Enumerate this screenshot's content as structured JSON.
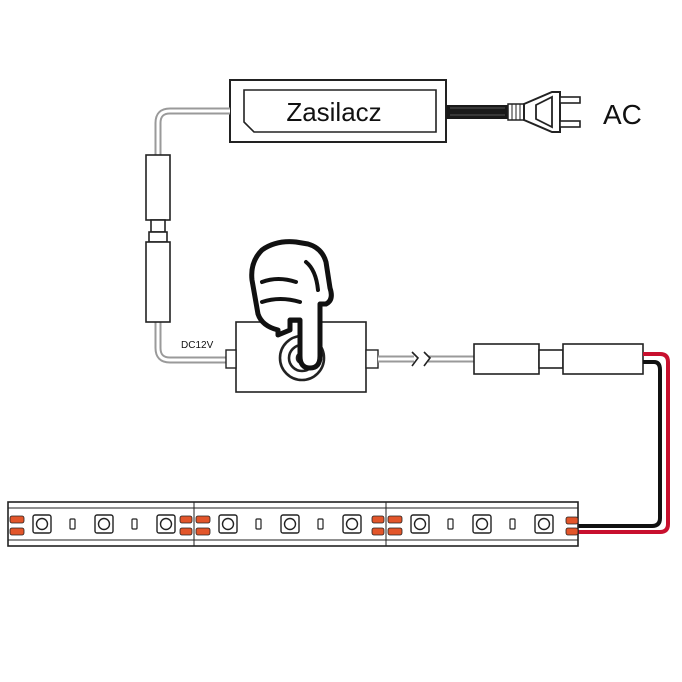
{
  "power_supply": {
    "label": "Zasilacz"
  },
  "ac_label": "AC",
  "switch": {
    "voltage_label": "DC12V"
  },
  "icons": {
    "plug": "ac-plug-icon",
    "hand": "pointing-hand-icon",
    "touch": "touch-button-icon",
    "break": "cable-break-icon"
  },
  "colors": {
    "outline": "#222222",
    "wire_gray": "#9a9a9a",
    "wire_red": "#c8102e",
    "wire_black": "#111111",
    "pad_orange": "#e2552a",
    "cable_dark": "#1a1a1a"
  },
  "led_strip": {
    "segments": 3,
    "leds_per_segment": 3
  }
}
